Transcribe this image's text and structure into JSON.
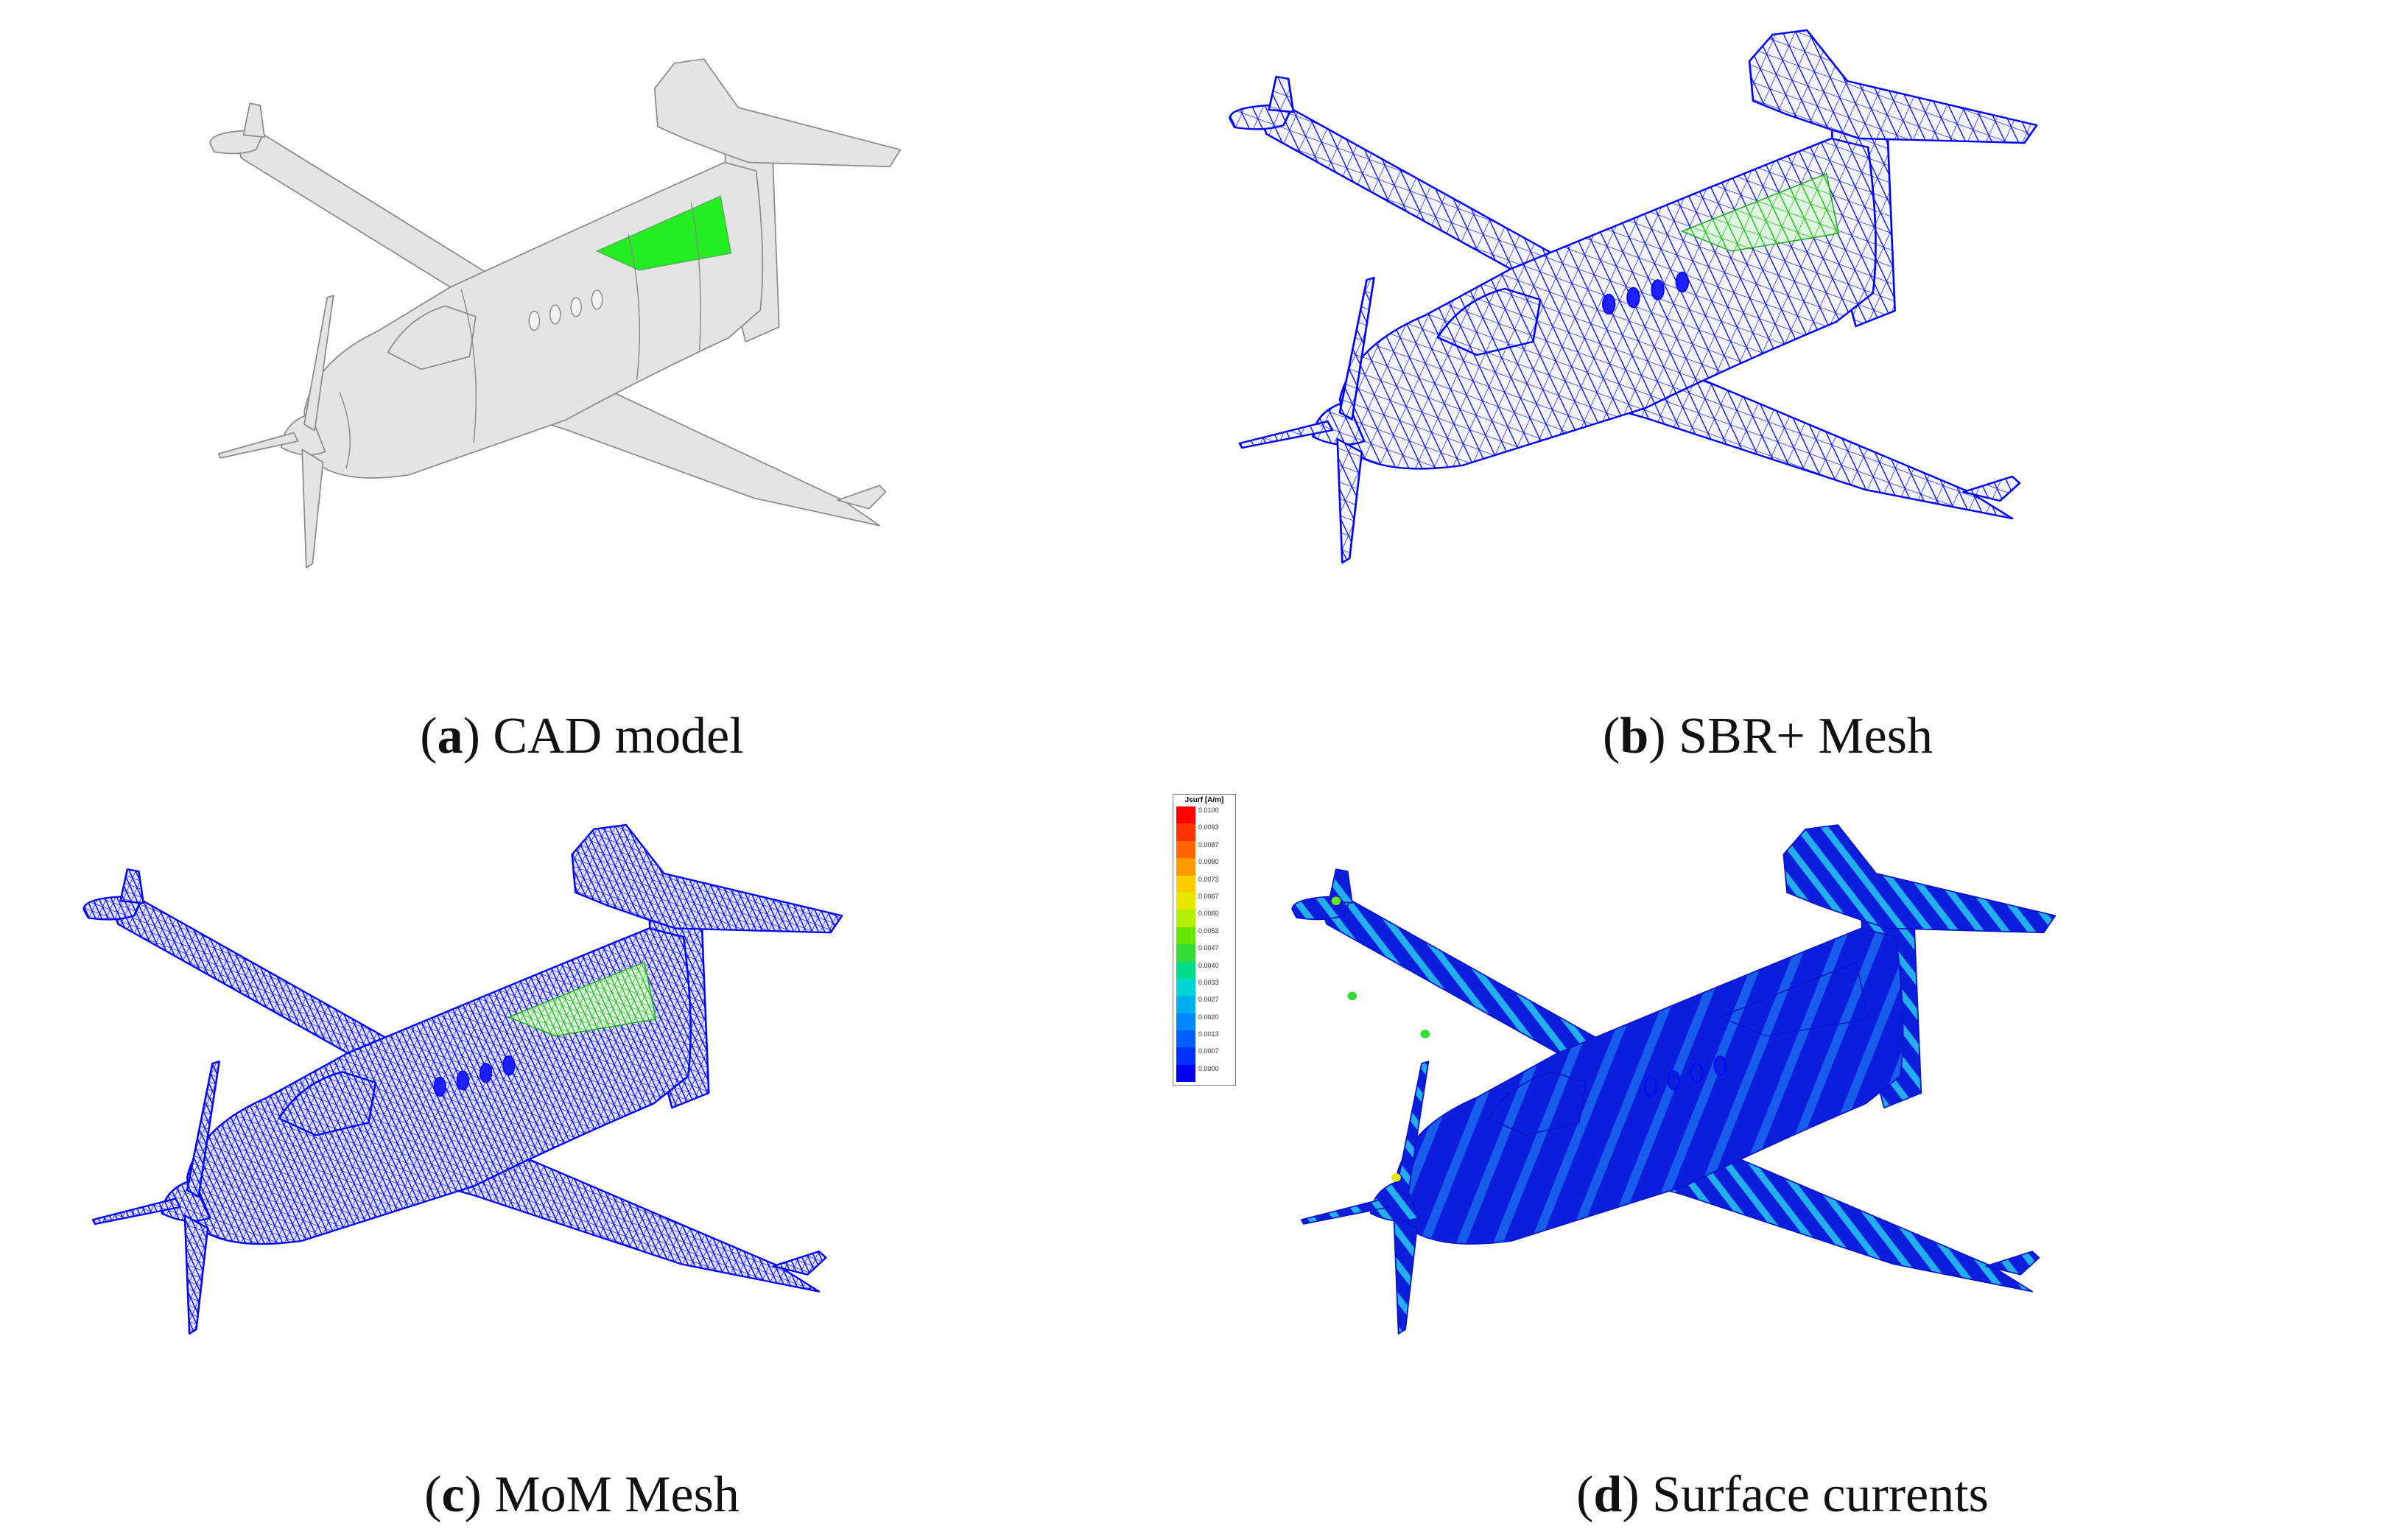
{
  "figure": {
    "panels": [
      {
        "id": "a",
        "letter": "a",
        "label": "CAD model",
        "style": "cad"
      },
      {
        "id": "b",
        "letter": "b",
        "label": "SBR+ Mesh",
        "style": "mesh"
      },
      {
        "id": "c",
        "letter": "c",
        "label": "MoM Mesh",
        "style": "densemesh"
      },
      {
        "id": "d",
        "letter": "d",
        "label": "Surface currents",
        "style": "currents"
      }
    ],
    "legend": {
      "title": "Jsurf [A/m]",
      "values": [
        "0.0100",
        "0.0093",
        "0.0087",
        "0.0080",
        "0.0073",
        "0.0067",
        "0.0060",
        "0.0053",
        "0.0047",
        "0.0040",
        "0.0033",
        "0.0027",
        "0.0020",
        "0.0013",
        "0.0007",
        "0.0000"
      ],
      "colors": [
        "#ff0000",
        "#ff3300",
        "#ff6600",
        "#ff9900",
        "#ffcc00",
        "#e6e600",
        "#b3f000",
        "#66e600",
        "#33dd33",
        "#00dd88",
        "#00d4d4",
        "#00b0ee",
        "#0088ff",
        "#0060ff",
        "#0030ff",
        "#0000ee"
      ]
    },
    "colors": {
      "cad_body": "#e4e4e4",
      "cad_edge": "#8a8a8a",
      "highlight_green": "#22ee22",
      "mesh_blue": "#0000ff",
      "current_base": "#0a1edc",
      "current_band": "#28c8f0"
    }
  }
}
